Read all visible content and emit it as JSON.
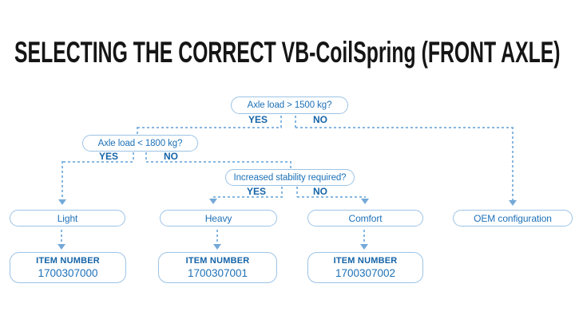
{
  "title": "SELECTING THE CORRECT VB-CoilSpring (FRONT AXLE)",
  "colors": {
    "text_blue": "#1D71B8",
    "bold_label_blue": "#1464A8",
    "line_light_blue": "#86B7E0",
    "border_light_blue": "#9CC3E6",
    "title_black": "#151515",
    "background": "#FFFFFF"
  },
  "flowchart": {
    "decisions": [
      {
        "question": "Axle load > 1500 kg?",
        "yes_label": "YES",
        "no_label": "NO"
      },
      {
        "question": "Axle load < 1800 kg?",
        "yes_label": "YES",
        "no_label": "NO"
      },
      {
        "question": "Increased stability required?",
        "yes_label": "YES",
        "no_label": "NO"
      }
    ],
    "results": [
      {
        "label": "Light",
        "item_label": "ITEM NUMBER",
        "item_number": "1700307000"
      },
      {
        "label": "Heavy",
        "item_label": "ITEM NUMBER",
        "item_number": "1700307001"
      },
      {
        "label": "Comfort",
        "item_label": "ITEM NUMBER",
        "item_number": "1700307002"
      },
      {
        "label": "OEM configuration"
      }
    ]
  }
}
